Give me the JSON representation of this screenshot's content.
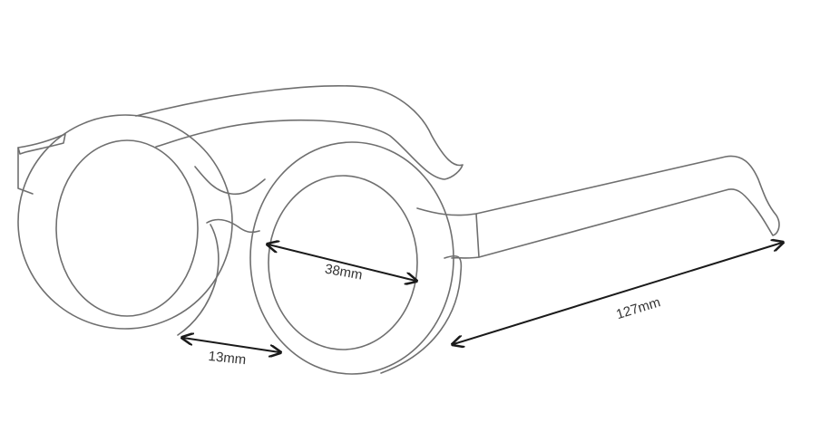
{
  "measurements": {
    "lens_width": "38mm",
    "bridge_width": "13mm",
    "temple_length": "127mm"
  },
  "colors": {
    "outline": "#6f6f6f",
    "dimension_line": "#1a1a1a",
    "label": "#333333"
  }
}
